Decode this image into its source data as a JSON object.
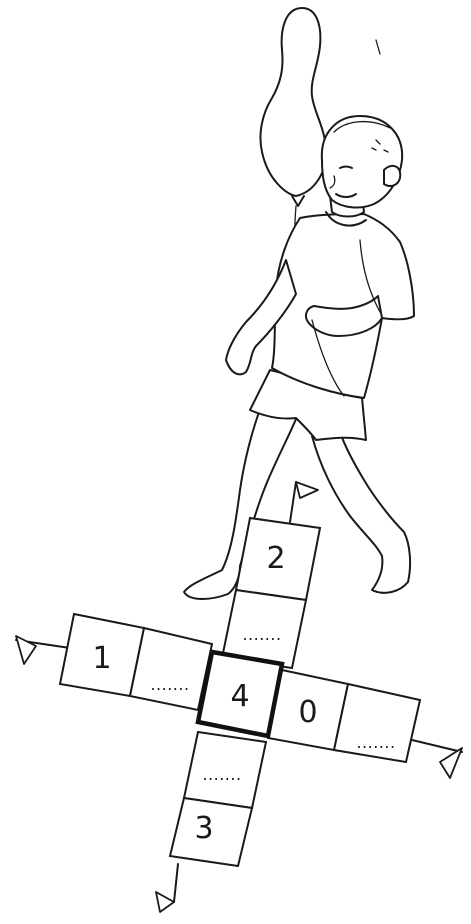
{
  "grid": {
    "top": {
      "value": "2"
    },
    "upper": {
      "value": "......."
    },
    "left": {
      "value": "1"
    },
    "left_inner": {
      "value": "......."
    },
    "center": {
      "value": "4"
    },
    "right_inner": {
      "value": "0"
    },
    "right": {
      "value": "......."
    },
    "lower": {
      "value": "......."
    },
    "bottom": {
      "value": "3"
    }
  },
  "colors": {
    "ink": "#1a1a1a",
    "background": "#ffffff"
  },
  "icons": [
    "balloon-icon",
    "boy-figure",
    "arrow-flag-icon"
  ]
}
